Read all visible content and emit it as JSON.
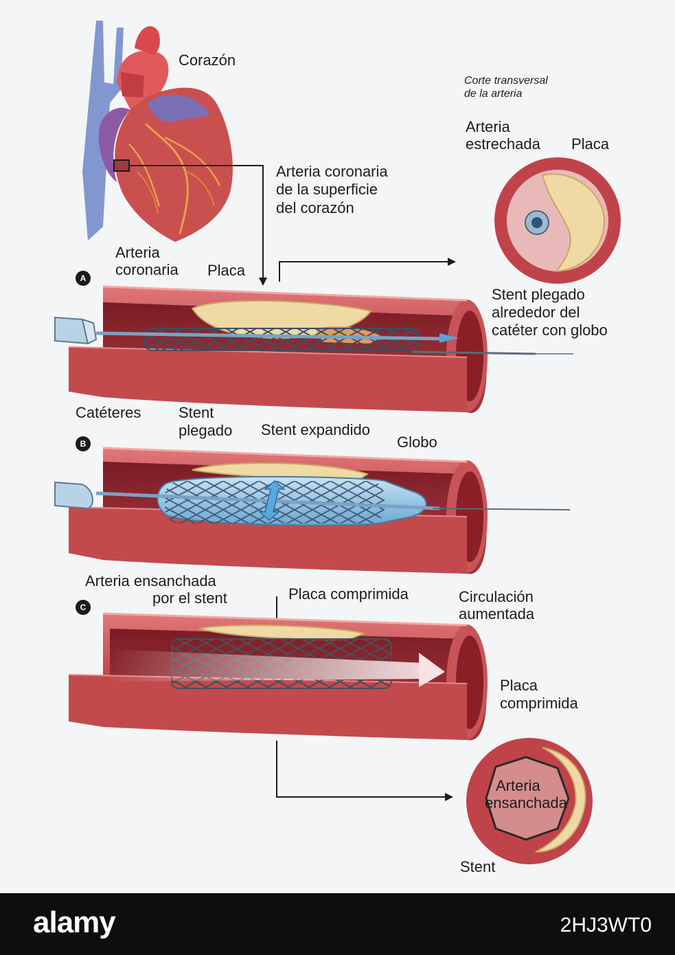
{
  "labels": {
    "heart": "Corazón",
    "coronary_surface": [
      "Arteria coronaria",
      "de la superficie",
      "del corazón"
    ],
    "coronary_artery": [
      "Arteria",
      "coronaria"
    ],
    "plaque_a": "Placa",
    "catheters": "Catéteres",
    "stent_folded": [
      "Stent",
      "plegado"
    ],
    "stent_expanded": "Stent expandido",
    "balloon": "Globo",
    "widened_by_stent": [
      "Arteria ensanchada",
      "por el stent"
    ],
    "compressed_plaque_c": "Placa comprimida",
    "increased_flow": [
      "Circulación",
      "aumentada"
    ]
  },
  "steps": {
    "a": "A",
    "b": "B",
    "c": "C"
  },
  "inset_top": {
    "header": [
      "Corte transversal",
      "de la arteria"
    ],
    "narrowed": [
      "Arteria",
      "estrechada"
    ],
    "plaque": "Placa",
    "caption": [
      "Stent plegado",
      "alrededor del",
      "catéter con globo"
    ]
  },
  "inset_bottom": {
    "plaque": [
      "Placa",
      "comprimida"
    ],
    "widened": [
      "Arteria",
      "ensanchada"
    ],
    "stent": "Stent"
  },
  "watermark": {
    "brand": "alamy",
    "image_id": "2HJ3WT0"
  },
  "colors": {
    "artery_wall": "#c94a4d",
    "artery_inner": "#8a1f27",
    "plaque": "#efd9a4",
    "stent": "#5a6f86",
    "balloon": "#8cc4e6",
    "vein": "#6d86c9"
  }
}
